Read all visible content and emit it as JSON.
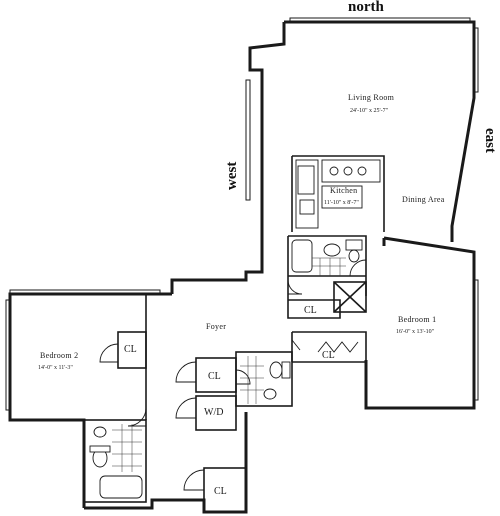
{
  "compass": {
    "north": "north",
    "east": "east",
    "west": "west"
  },
  "rooms": {
    "living_room": {
      "name": "Living Room",
      "dims": "24'-10\" x 25'-7\""
    },
    "kitchen": {
      "name": "Kitchen",
      "dims": "11'-10\" x 8'-7\""
    },
    "dining_area": {
      "name": "Dining Area"
    },
    "bedroom_1": {
      "name": "Bedroom 1",
      "dims": "16'-0\" x 13'-10\""
    },
    "bedroom_2": {
      "name": "Bedroom 2",
      "dims": "14'-0\" x 11'-3\""
    },
    "foyer": {
      "name": "Foyer"
    }
  },
  "closets": {
    "cl_bed1_entry": "CL",
    "cl_bed1_wall": "CL",
    "cl_bed2": "CL",
    "cl_foyer": "CL",
    "wd": "W/D",
    "cl_entry": "CL"
  }
}
